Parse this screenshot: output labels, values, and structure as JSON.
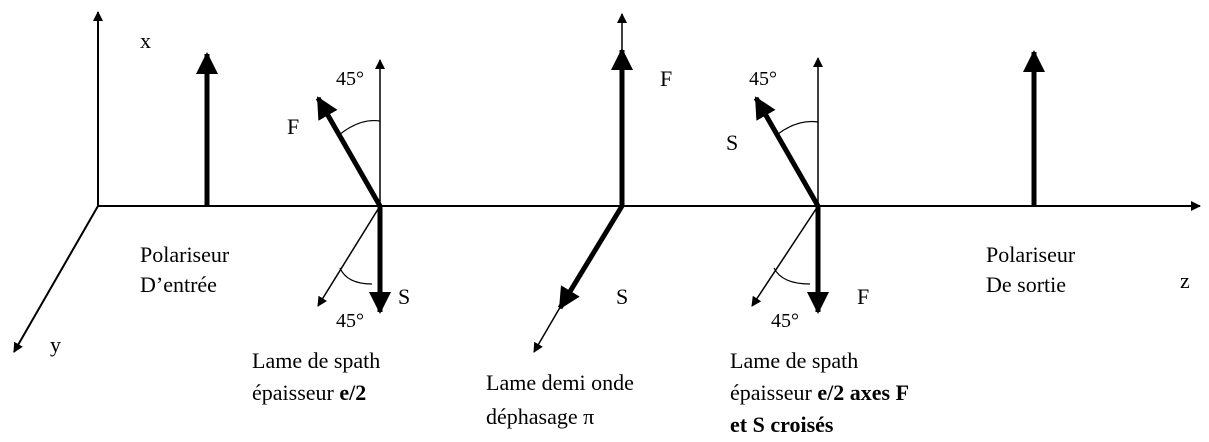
{
  "axes": {
    "x": "x",
    "y": "y",
    "z": "z"
  },
  "labels": {
    "fast": "F",
    "slow": "S",
    "angle": "45°"
  },
  "elements": {
    "polariseur_entree": {
      "line1": "Polariseur",
      "line2": "D’entrée"
    },
    "lame1": {
      "line1": "Lame de spath",
      "line2_text": "épaisseur ",
      "line2_bold": "e/2"
    },
    "lame_demi_onde": {
      "line1": "Lame demi onde",
      "line2": "déphasage π"
    },
    "lame2": {
      "line1": "Lame de spath",
      "line2_text": "épaisseur ",
      "line2_bold": "e/2 axes F",
      "line3": "et S croisés"
    },
    "polariseur_sortie": {
      "line1": "Polariseur",
      "line2": "De sortie"
    }
  }
}
